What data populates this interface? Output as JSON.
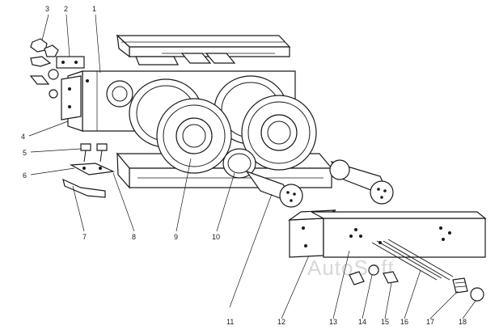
{
  "callouts": [
    "1",
    "2",
    "3",
    "4",
    "5",
    "6",
    "7",
    "8",
    "9",
    "10",
    "11",
    "12",
    "13",
    "14",
    "15",
    "16",
    "17",
    "18"
  ],
  "watermark": "AutoSoft"
}
